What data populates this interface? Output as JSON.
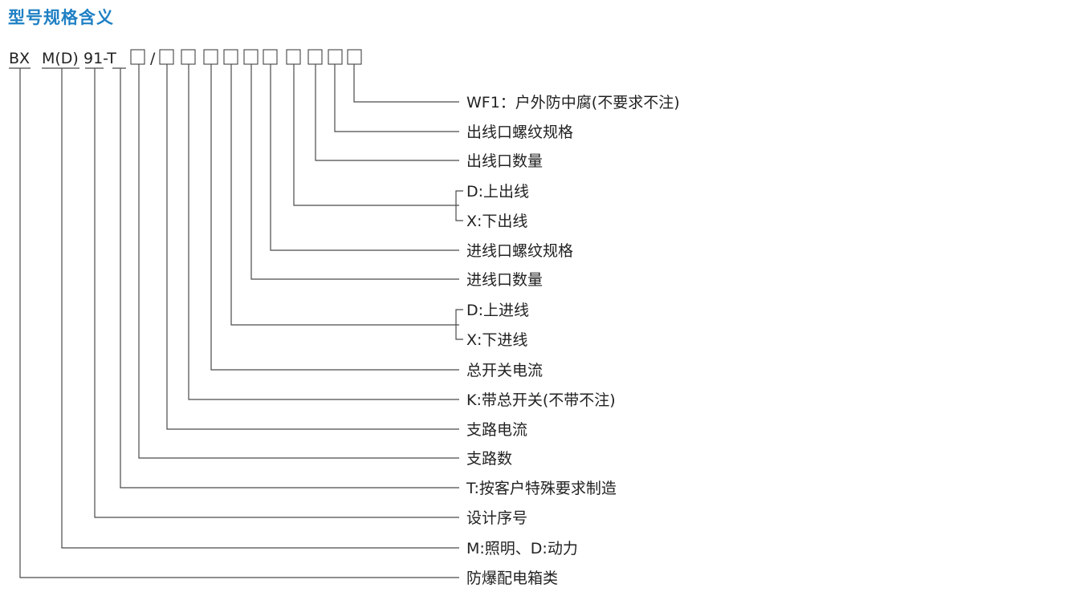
{
  "title": "型号规格含义",
  "model_code": {
    "bx": "BX",
    "md": "M(D)",
    "num": "91-T",
    "slash": "/"
  },
  "labels": [
    "WF1：户外防中腐(不要求不注)",
    "出线口螺纹规格",
    "出线口数量",
    "D:上出线",
    "X:下出线",
    "进线口螺纹规格",
    "进线口数量",
    "D:上进线",
    "X:下进线",
    "总开关电流",
    "K:带总开关(不带不注)",
    "支路电流",
    "支路数",
    "T:按客户特殊要求制造",
    "设计序号",
    "M:照明、D:动力",
    "防爆配电箱类"
  ],
  "colors": {
    "title": "#1f80c4",
    "text": "#222222",
    "line": "#4a4a4a"
  }
}
